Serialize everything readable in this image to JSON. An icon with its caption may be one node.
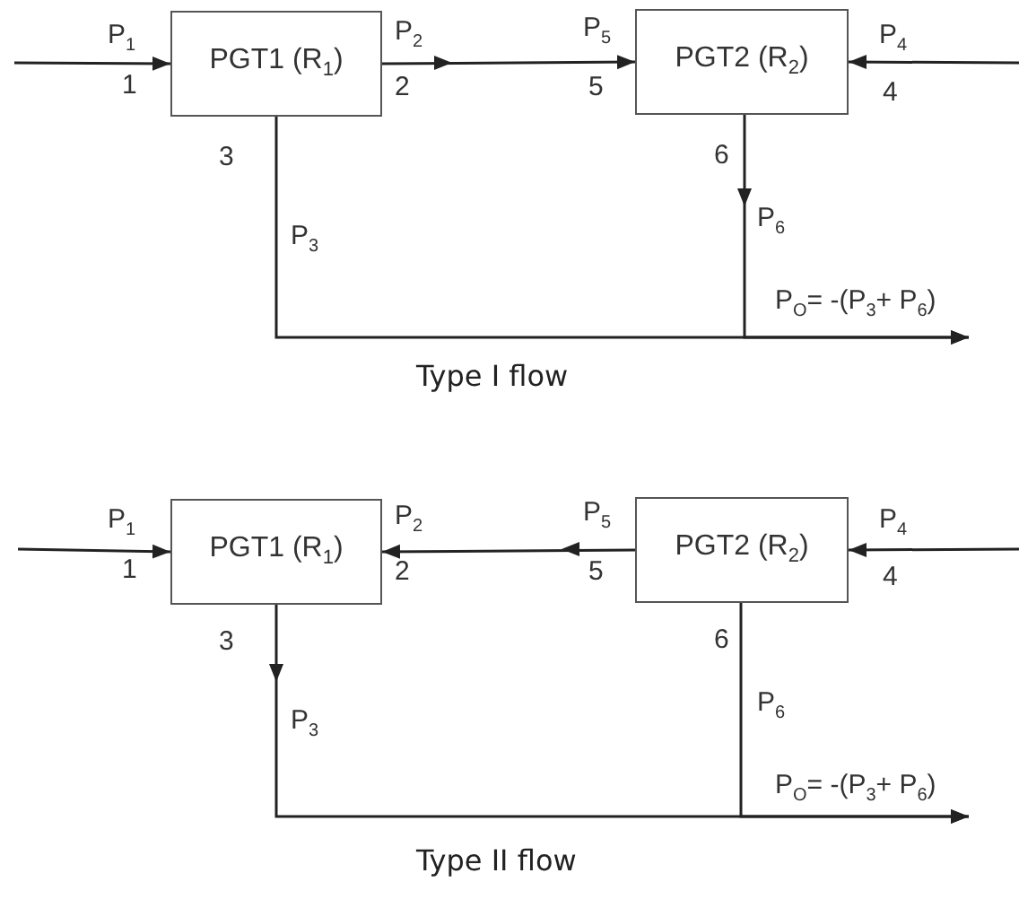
{
  "diagram": {
    "nodes": [
      {
        "text": [
          "PGT1 (R$_{1}$)"
        ]
      },
      {
        "text": [
          "PGT2 (R$_{2}$)"
        ]
      },
      {
        "text": [
          "PGT1 (R$_{1}$)"
        ]
      },
      {
        "text": [
          "PGT2 (R$_{2}$)"
        ]
      }
    ],
    "edges": [
      {
        "from": null,
        "to": 0,
        "arrow": "to"
      },
      {
        "from": 0,
        "to": 1,
        "arrow": "to"
      },
      {
        "from": null,
        "to": 1,
        "arrow": "to"
      },
      {
        "from": 0,
        "to": null,
        "arrow": "to"
      },
      {
        "from": 1,
        "to": null,
        "arrow": "to"
      },
      {
        "from": null,
        "to": 2,
        "arrow": "to"
      },
      {
        "from": 3,
        "to": 2,
        "arrow": "to"
      },
      {
        "from": null,
        "to": 3,
        "arrow": "to"
      },
      {
        "from": 2,
        "to": null,
        "arrow": "to"
      },
      {
        "from": 3,
        "to": null,
        "arrow": "to"
      }
    ],
    "labels": [
      "P$_{1}$",
      "1",
      "P$_{2}$",
      "2",
      "P$_{5}$",
      "5",
      "P$_{4}$",
      "4",
      "3",
      "6",
      "P$_{3}$",
      "P$_{6}$",
      "P$_{O}$= -(P$_{3}$+ P$_{6}$)",
      "Type I flow",
      "P$_{1}$",
      "1",
      "P$_{2}$",
      "2",
      "P$_{5}$",
      "5",
      "P$_{4}$",
      "4",
      "3",
      "6",
      "P$_{3}$",
      "P$_{6}$",
      "P$_{O}$= -(P$_{3}$+ P$_{6}$)",
      "Type II flow"
    ]
  }
}
